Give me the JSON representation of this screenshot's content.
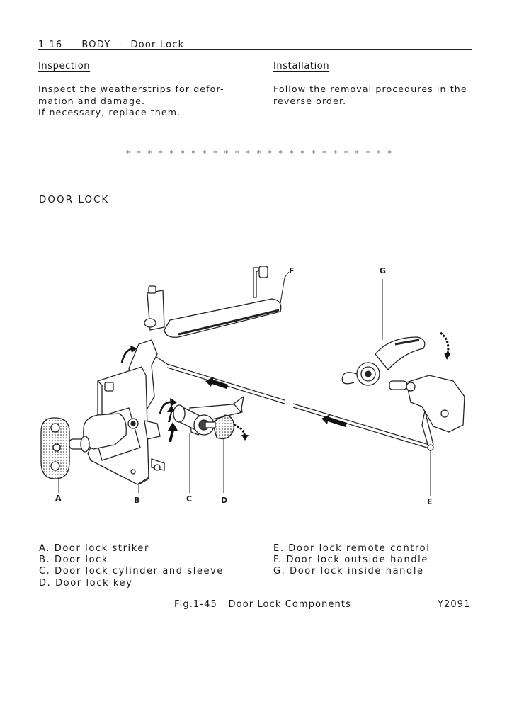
{
  "header": {
    "page_number": "1-16",
    "section": "BODY",
    "separator": "-",
    "subsection": "Door Lock"
  },
  "inspection": {
    "title": "Inspection",
    "lines": [
      "Inspect the weatherstrips for defor-",
      "mation and damage.",
      "If necessary, replace them."
    ]
  },
  "installation": {
    "title": "Installation",
    "lines": [
      "Follow the removal procedures in the",
      "reverse order."
    ]
  },
  "divider": "* * * * * * * * * * * * * * * * * * * * * * * * *",
  "section_heading": "DOOR LOCK",
  "figure": {
    "callouts": {
      "a": "A",
      "b": "B",
      "c": "C",
      "d": "D",
      "e": "E",
      "f": "F",
      "g": "G"
    }
  },
  "legend": {
    "left": [
      "A. Door lock striker",
      "B. Door lock",
      "C. Door lock cylinder and sleeve",
      "D. Door lock key"
    ],
    "right": [
      "E. Door lock remote control",
      "F. Door lock outside handle",
      "G. Door lock inside handle"
    ]
  },
  "caption": "Fig.1-45   Door Lock Components",
  "figure_code": "Y2091"
}
